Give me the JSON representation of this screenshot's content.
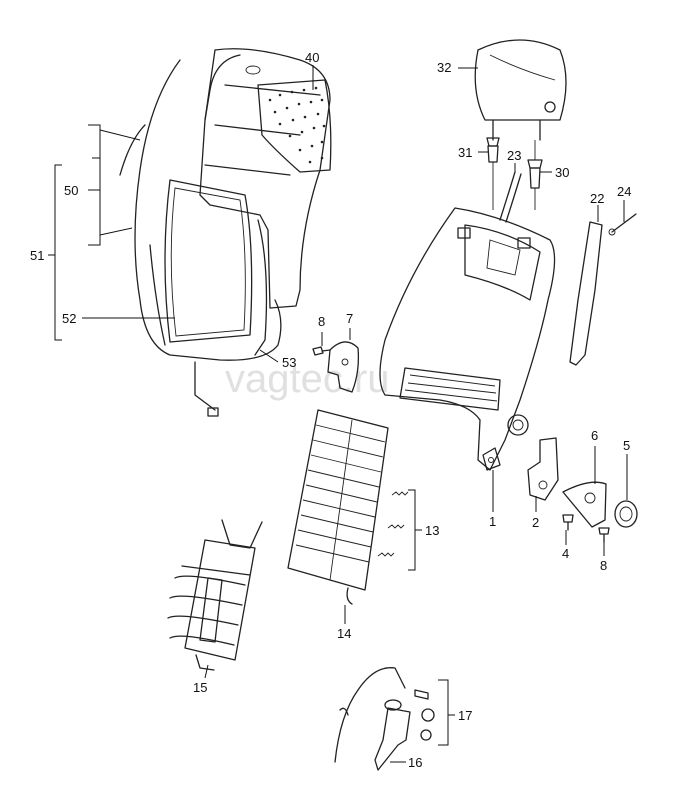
{
  "watermark": "vagtec.ru",
  "labels": {
    "l40": "40",
    "l32": "32",
    "l31": "31",
    "l23": "23",
    "l30": "30",
    "l22": "22",
    "l24": "24",
    "l50": "50",
    "l51": "51",
    "l52": "52",
    "l53": "53",
    "l8a": "8",
    "l7": "7",
    "l6": "6",
    "l5": "5",
    "l1": "1",
    "l2": "2",
    "l4": "4",
    "l8b": "8",
    "l13": "13",
    "l14": "14",
    "l15": "15",
    "l17": "17",
    "l16": "16"
  }
}
